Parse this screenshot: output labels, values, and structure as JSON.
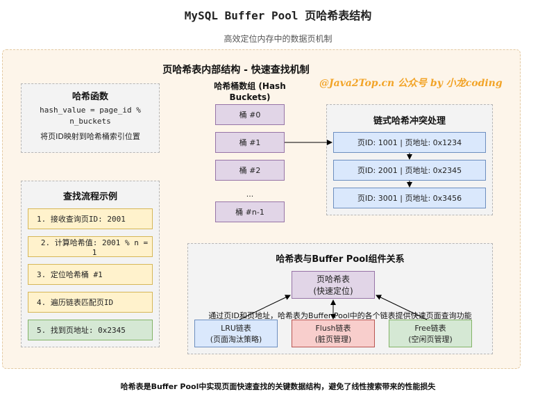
{
  "header": {
    "title": "MySQL Buffer Pool 页哈希表结构",
    "subtitle": "高效定位内存中的数据页机制"
  },
  "main": {
    "title": "页哈希表内部结构 - 快速查找机制",
    "watermark": "@Java2Top.cn 公众号 by 小龙coding"
  },
  "hash_function": {
    "title": "哈希函数",
    "formula_line1": "hash_value = page_id %",
    "formula_line2": "n_buckets",
    "description": "将页ID映射到哈希桶索引位置"
  },
  "buckets": {
    "title_line1": "哈希桶数组 (Hash",
    "title_line2": "Buckets)",
    "items": [
      "桶 #0",
      "桶 #1",
      "桶 #2",
      "...",
      "桶 #n-1"
    ]
  },
  "chain": {
    "title": "链式哈希冲突处理",
    "nodes": [
      "页ID: 1001 | 页地址: 0x1234",
      "页ID: 2001 | 页地址: 0x2345",
      "页ID: 3001 | 页地址: 0x3456"
    ]
  },
  "lookup": {
    "title": "查找流程示例",
    "steps": [
      "1. 接收查询页ID: 2001",
      "2. 计算哈希值: 2001 % n = 1",
      "3. 定位哈希桶 #1",
      "4. 遍历链表匹配页ID",
      "5. 找到页地址: 0x2345"
    ]
  },
  "relations": {
    "title": "哈希表与Buffer Pool组件关系",
    "hash_table_line1": "页哈希表",
    "hash_table_line2": "(快速定位)",
    "caption": "通过页ID和页地址，哈希表为Buffer Pool中的各个链表提供快速页面查询功能",
    "components": [
      {
        "line1": "LRU链表",
        "line2": "(页面淘汰策略)"
      },
      {
        "line1": "Flush链表",
        "line2": "(脏页管理)"
      },
      {
        "line1": "Free链表",
        "line2": "(空闲页管理)"
      }
    ]
  },
  "footer": {
    "text": "哈希表是Buffer Pool中实现页面快速查找的关键数据结构，避免了线性搜索带来的性能损失"
  }
}
